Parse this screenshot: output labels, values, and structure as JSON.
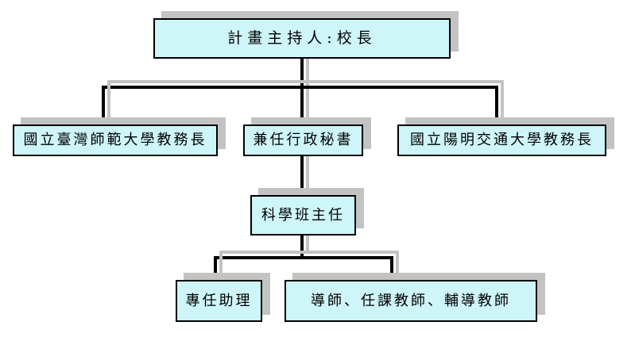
{
  "org_chart": {
    "colors": {
      "box_fill": "#cef5f8",
      "box_border": "#000000",
      "shadow": "#c3c3c3",
      "line": "#000000",
      "text": "#000000",
      "background": "#ffffff"
    },
    "nodes": {
      "director": {
        "label": "計畫主持人:校長"
      },
      "ntnu_dean": {
        "label": "國立臺灣師範大學教務長"
      },
      "admin_secretary": {
        "label": "兼任行政秘書"
      },
      "nycu_dean": {
        "label": "國立陽明交通大學教務長"
      },
      "science_class_director": {
        "label": "科學班主任"
      },
      "fulltime_assistant": {
        "label": "專任助理"
      },
      "teachers": {
        "label": "導師、任課教師、輔導教師"
      }
    },
    "edges": [
      {
        "from": "director",
        "to": "ntnu_dean"
      },
      {
        "from": "director",
        "to": "admin_secretary"
      },
      {
        "from": "director",
        "to": "nycu_dean"
      },
      {
        "from": "admin_secretary",
        "to": "science_class_director"
      },
      {
        "from": "science_class_director",
        "to": "fulltime_assistant"
      },
      {
        "from": "science_class_director",
        "to": "teachers"
      }
    ]
  }
}
